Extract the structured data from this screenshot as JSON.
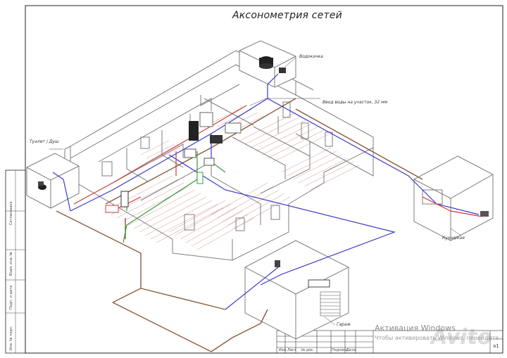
{
  "title": "Аксонометрия сетей",
  "labels": {
    "vodokachka": "Водокачка",
    "input": "Ввод воды на участок, 32 мм",
    "tualet": "Туалет / Душ",
    "kuhnya": "Кухня/кая",
    "garage": "Гараж"
  },
  "side_stamp": [
    "Инв. № подл.",
    "Подп. и дата",
    "Взам. инв. №",
    "Согласовано"
  ],
  "title_block": {
    "cols": [
      "Изм.",
      "Лист",
      "№ док.",
      "Подпись",
      "Дата"
    ],
    "sheet_number": "а1"
  },
  "watermark": {
    "line1": "Активация Windows",
    "line2": "Чтобы активировать Windows, перейдите в раздел",
    "avito": "Avito"
  },
  "colors": {
    "wall": "#7d7d7d",
    "floor_heating": "#d9a0a0",
    "cold_water": "#3b3bc9",
    "hot_water": "#c93b3b",
    "sewer": "#8b5a3c",
    "green": "#3a9a3a"
  }
}
